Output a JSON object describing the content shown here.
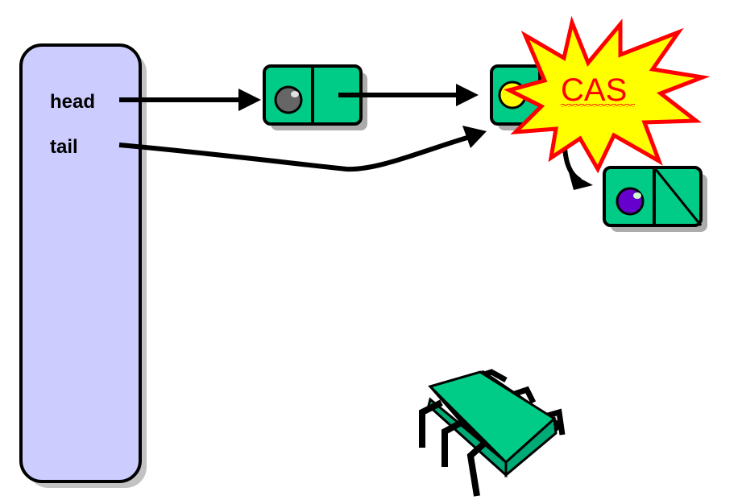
{
  "queue": {
    "head_label": "head",
    "tail_label": "tail"
  },
  "cas": {
    "label": "CAS"
  },
  "nodes": [
    {
      "role": "sentinel",
      "dot_icon": "gray-dot-icon"
    },
    {
      "role": "tail-node",
      "dot_icon": "yellow-dot-icon"
    },
    {
      "role": "new-node",
      "dot_icon": "purple-dot-icon",
      "next": "null"
    }
  ],
  "colors": {
    "queue_fill": "#ccccff",
    "node_fill": "#00cc88",
    "node_shadow": "#888888",
    "burst_fill": "#ffff00",
    "burst_stroke": "#ff0000",
    "cas_text": "#ff0000",
    "dot_gray": "#666666",
    "dot_yellow": "#ffff00",
    "dot_purple": "#6600cc",
    "thread_fill": "#00cc88"
  },
  "thread": {
    "icon": "thread-bug-icon"
  }
}
